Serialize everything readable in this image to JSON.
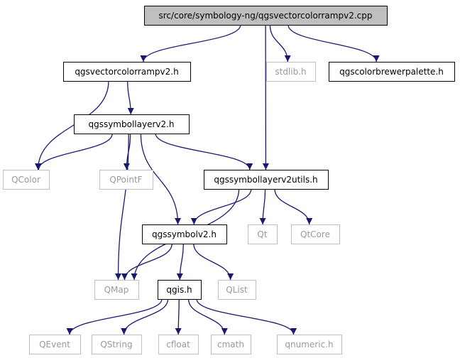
{
  "colors": {
    "edge": "#191970",
    "border_documented": "#000000",
    "border_external": "#bfbfbf",
    "root_fill": "#bfbfbf",
    "text_documented": "#000000",
    "text_external": "#999999"
  },
  "nodes": [
    {
      "id": "root",
      "label": "src/core/symbology-ng/qgsvectorcolorrampv2.cpp",
      "kind": "root"
    },
    {
      "id": "vcr",
      "label": "qgsvectorcolorrampv2.h",
      "kind": "documented"
    },
    {
      "id": "stdlib",
      "label": "stdlib.h",
      "kind": "external"
    },
    {
      "id": "brewer",
      "label": "qgscolorbrewerpalette.h",
      "kind": "documented"
    },
    {
      "id": "sl2",
      "label": "qgssymbollayerv2.h",
      "kind": "documented"
    },
    {
      "id": "qcolor",
      "label": "QColor",
      "kind": "external"
    },
    {
      "id": "qpointf",
      "label": "QPointF",
      "kind": "external"
    },
    {
      "id": "sl2u",
      "label": "qgssymbollayerv2utils.h",
      "kind": "documented"
    },
    {
      "id": "sym2",
      "label": "qgssymbolv2.h",
      "kind": "documented"
    },
    {
      "id": "qt",
      "label": "Qt",
      "kind": "external"
    },
    {
      "id": "qtcore",
      "label": "QtCore",
      "kind": "external"
    },
    {
      "id": "qmap",
      "label": "QMap",
      "kind": "external"
    },
    {
      "id": "qgis",
      "label": "qgis.h",
      "kind": "documented"
    },
    {
      "id": "qlist",
      "label": "QList",
      "kind": "external"
    },
    {
      "id": "qevent",
      "label": "QEvent",
      "kind": "external"
    },
    {
      "id": "qstring",
      "label": "QString",
      "kind": "external"
    },
    {
      "id": "cfloat",
      "label": "cfloat",
      "kind": "external"
    },
    {
      "id": "cmath",
      "label": "cmath",
      "kind": "external"
    },
    {
      "id": "qnumeric",
      "label": "qnumeric.h",
      "kind": "external"
    }
  ],
  "edges": [
    {
      "from": "root",
      "to": "vcr"
    },
    {
      "from": "root",
      "to": "stdlib"
    },
    {
      "from": "root",
      "to": "brewer"
    },
    {
      "from": "root",
      "to": "sl2u"
    },
    {
      "from": "vcr",
      "to": "sl2"
    },
    {
      "from": "vcr",
      "to": "qcolor"
    },
    {
      "from": "sl2",
      "to": "qcolor"
    },
    {
      "from": "sl2",
      "to": "qpointf"
    },
    {
      "from": "sl2",
      "to": "sl2u"
    },
    {
      "from": "sl2",
      "to": "sym2"
    },
    {
      "from": "sl2",
      "to": "qmap"
    },
    {
      "from": "sl2u",
      "to": "sym2"
    },
    {
      "from": "sl2u",
      "to": "qt"
    },
    {
      "from": "sl2u",
      "to": "qtcore"
    },
    {
      "from": "sl2u",
      "to": "qmap"
    },
    {
      "from": "sym2",
      "to": "qmap"
    },
    {
      "from": "sym2",
      "to": "qgis"
    },
    {
      "from": "sym2",
      "to": "qlist"
    },
    {
      "from": "qgis",
      "to": "qevent"
    },
    {
      "from": "qgis",
      "to": "qstring"
    },
    {
      "from": "qgis",
      "to": "cfloat"
    },
    {
      "from": "qgis",
      "to": "cmath"
    },
    {
      "from": "qgis",
      "to": "qnumeric"
    }
  ]
}
